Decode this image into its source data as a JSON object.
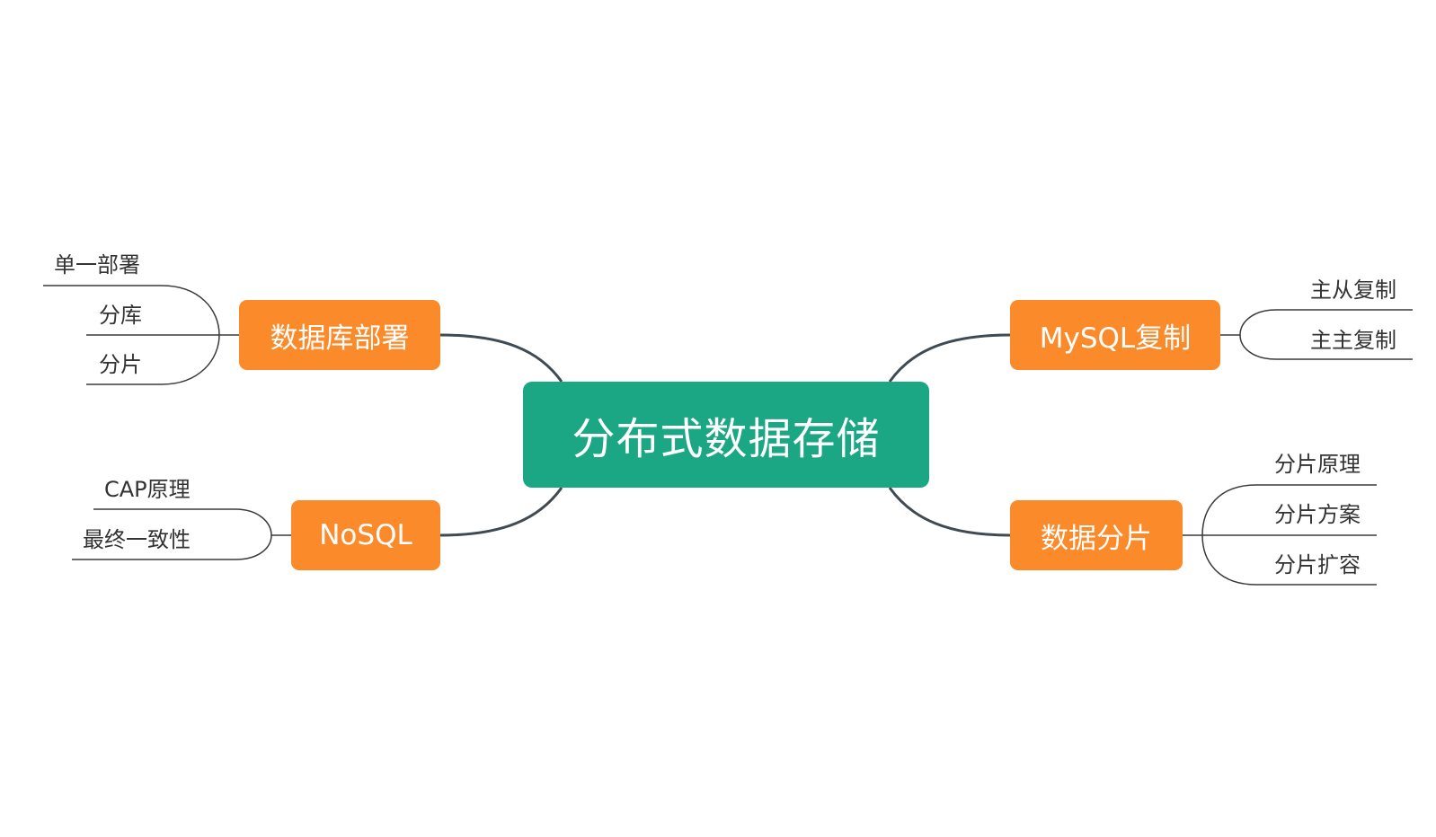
{
  "root": {
    "label": "分布式数据存储"
  },
  "branches": {
    "database_deployment": {
      "label": "数据库部署",
      "children": [
        "单一部署",
        "分库",
        "分片"
      ]
    },
    "nosql": {
      "label": "NoSQL",
      "children": [
        "CAP原理",
        "最终一致性"
      ]
    },
    "mysql_replication": {
      "label": "MySQL复制",
      "children": [
        "主从复制",
        "主主复制"
      ]
    },
    "data_sharding": {
      "label": "数据分片",
      "children": [
        "分片原理",
        "分片方案",
        "分片扩容"
      ]
    }
  },
  "colors": {
    "root": "#1ba784",
    "branch": "#fb8a2a",
    "connector": "#3f4a52",
    "leaf_line": "#3a3a3a",
    "text_dark": "#333333",
    "text_light": "#ffffff"
  }
}
